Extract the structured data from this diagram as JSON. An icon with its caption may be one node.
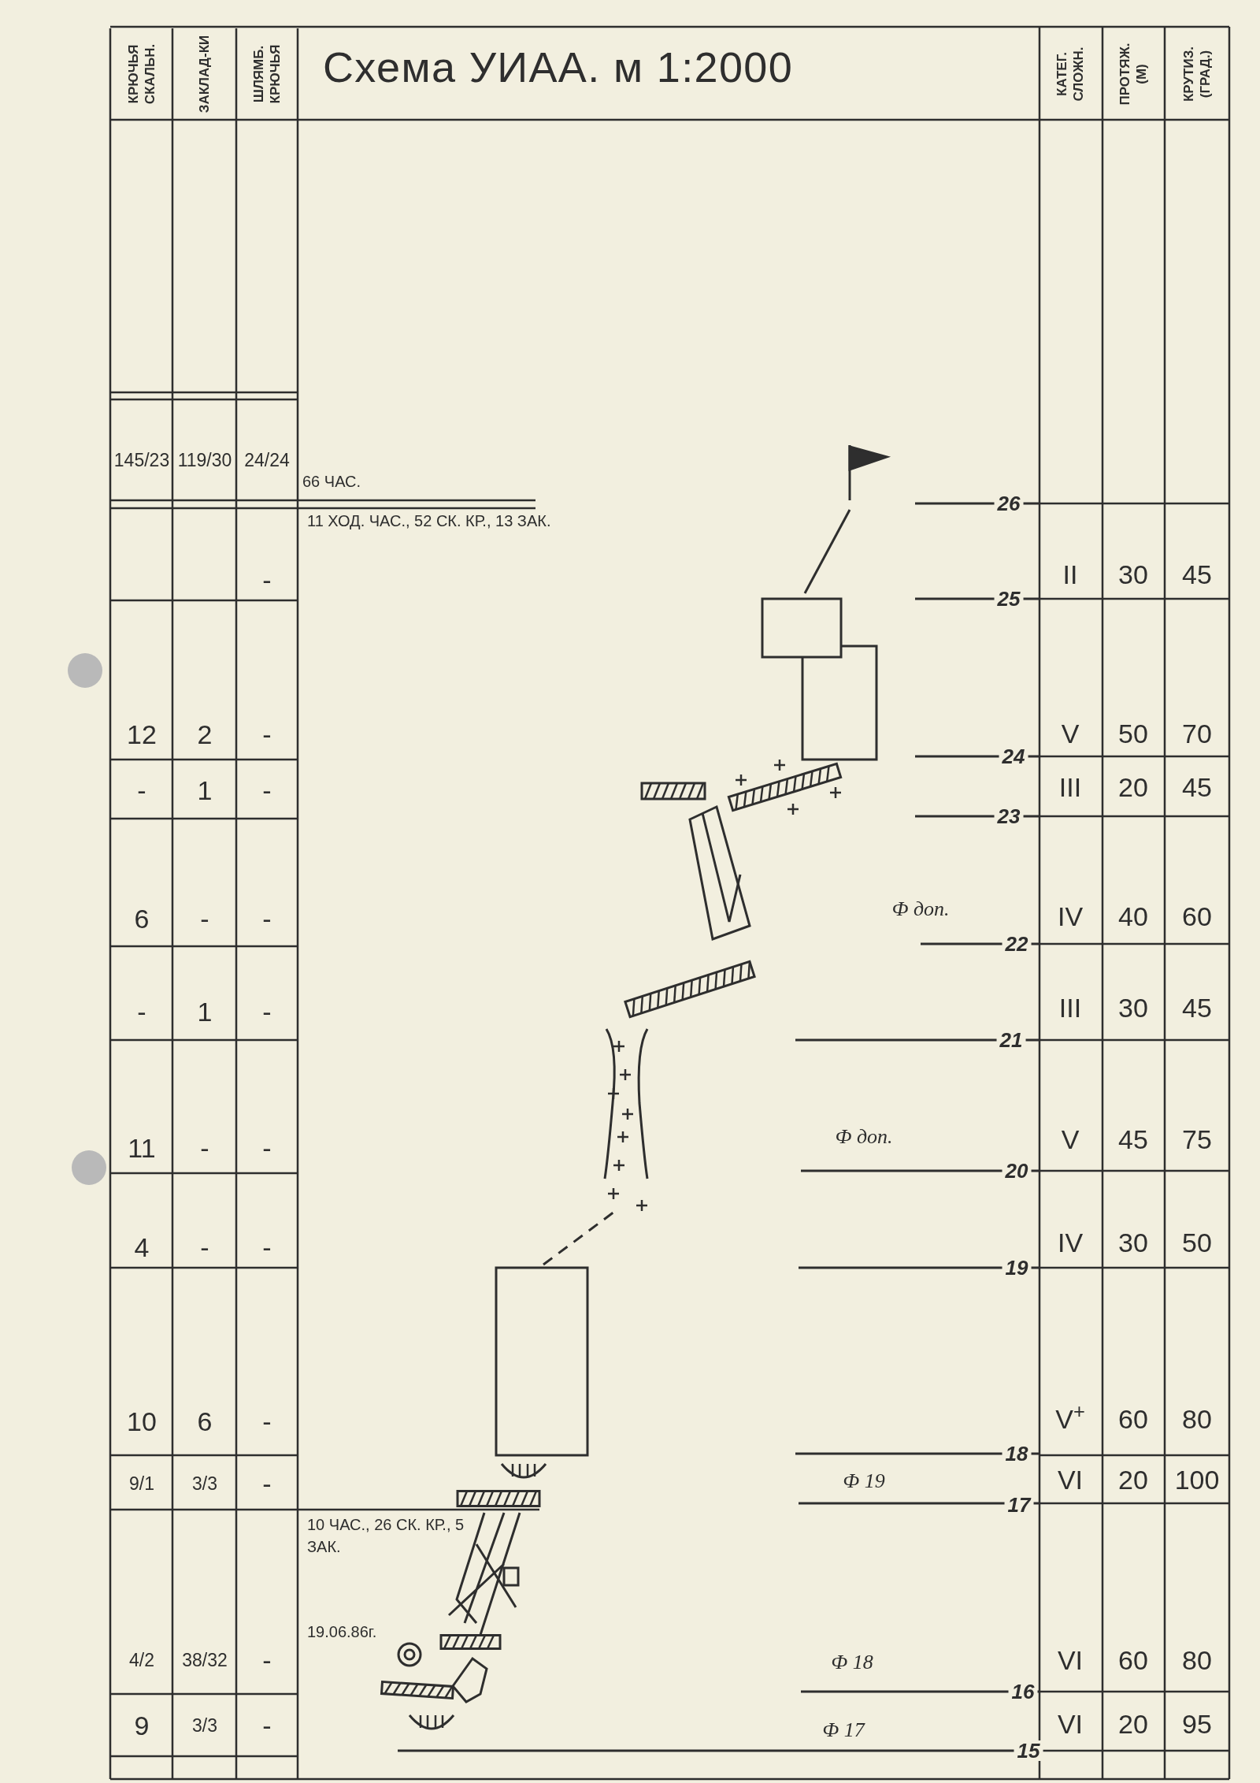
{
  "diagram": {
    "title": "Схема УИАА. м 1:2000",
    "labels": [
      "КРЮЧЬЯ СКАЛЬН.",
      "ЗАКЛАД-КИ",
      "ШЛЯМБ. КРЮЧЬЯ",
      "КАТЕГ. СЛОЖН.",
      "ПРОТЯЖ. (М)",
      "КРУТИЗ. (ГРАД.)",
      "145/23",
      "119/30",
      "24/24",
      "66 ЧАС.",
      "11 ХОД. ЧАС., 52 СК. КР., 13 ЗАК.",
      "26",
      "II",
      "30",
      "45",
      "-",
      "25",
      "12",
      "2",
      "-",
      "V",
      "50",
      "70",
      "24",
      "-",
      "1",
      "-",
      "III",
      "20",
      "45",
      "23",
      "Ф доп.",
      "6",
      "-",
      "-",
      "IV",
      "40",
      "60",
      "22",
      "-",
      "1",
      "-",
      "III",
      "30",
      "45",
      "21",
      "Ф доп.",
      "11",
      "-",
      "-",
      "V",
      "45",
      "75",
      "20",
      "4",
      "-",
      "-",
      "IV",
      "30",
      "50",
      "19",
      "10",
      "6",
      "-",
      "V$^{+}$",
      "60",
      "80",
      "18",
      "9/1",
      "3/3",
      "-",
      "Ф 19",
      "VI",
      "20",
      "100",
      "17",
      "10 ЧАС., 26 СК. КР., 5 ЗАК.",
      "19.06.86г.",
      "4/2",
      "38/32",
      "-",
      "Ф 18",
      "VI",
      "60",
      "80",
      "16",
      "9",
      "3/3",
      "-",
      "Ф 17",
      "VI",
      "20",
      "95",
      "15"
    ]
  }
}
